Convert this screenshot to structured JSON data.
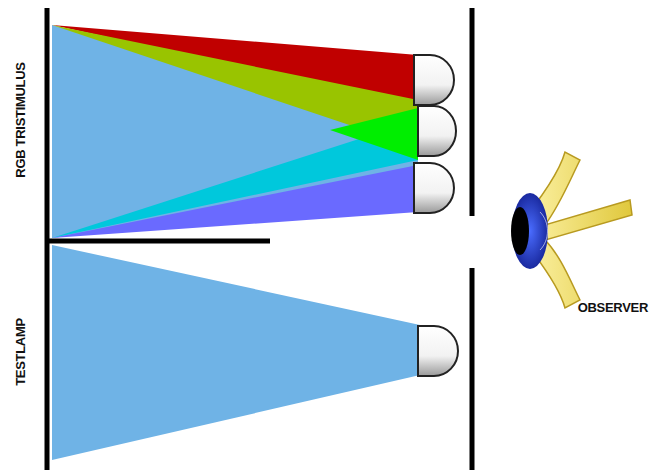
{
  "diagram": {
    "labels": [
      "RGB TRISTIMULUS",
      "TESTLAMP",
      "OBSERVER"
    ]
  }
}
